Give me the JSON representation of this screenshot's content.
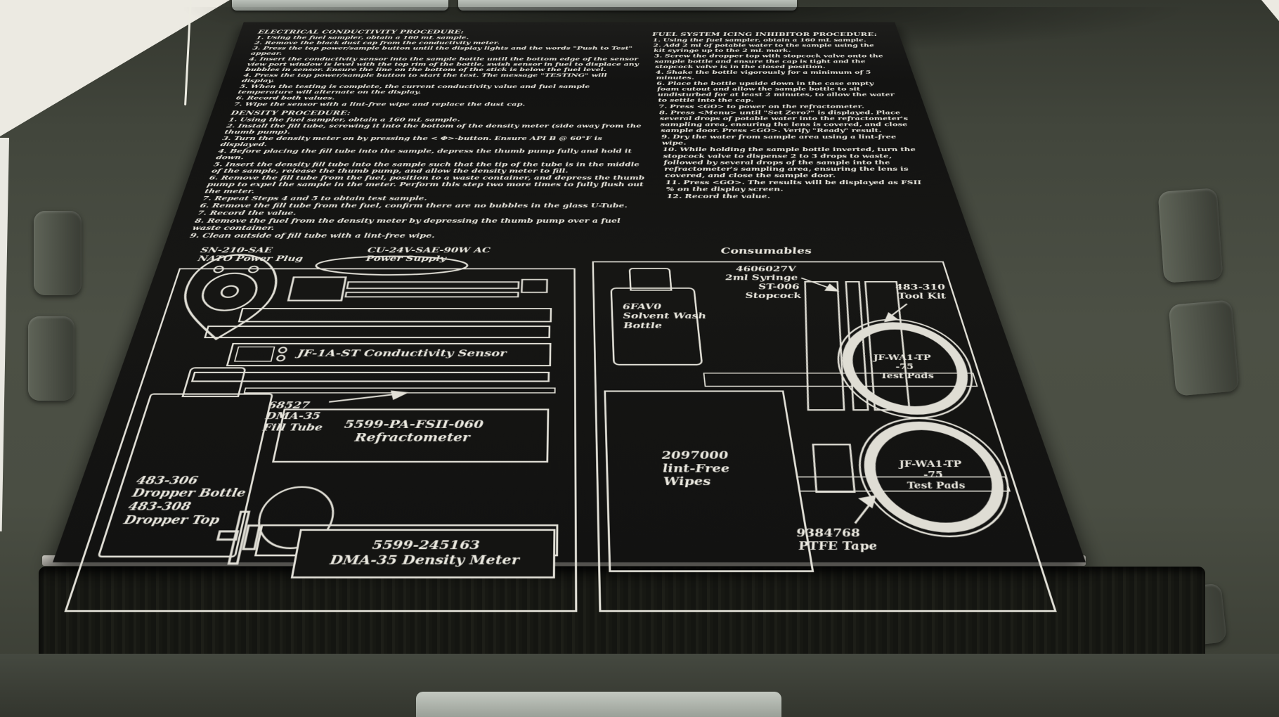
{
  "photo": {
    "subject": "Open military equipment case with black engraved instruction placard for a fuel test kit"
  },
  "placard": {
    "colors": {
      "placard_bg": "#141412",
      "text": "#ebe9e0",
      "case_body": "#4a4e43",
      "line": "#e2e0d7"
    },
    "procedures": {
      "electrical": {
        "title": "ELECTRICAL CONDUCTIVITY PROCEDURE:",
        "steps": [
          "1. Using the fuel sampler, obtain a 160 mL sample.",
          "2. Remove the black dust cap from the conductivity meter.",
          "3. Press the top power/sample button until the display lights and the words \"Push to Test\" appear.",
          "4. Insert the conductivity sensor into the sample bottle until the bottom edge of the sensor view port window is level with the top rim of the bottle, swish sensor in fuel to displace any bubbles in sensor. Ensure the line on the bottom of the stick is below the fuel level.",
          "4. Press the top power/sample button to start the test. The message \"TESTING\" will display.",
          "5. When the testing is complete, the current conductivity value and fuel sample temperature will alternate on the display.",
          "6. Record both values.",
          "7. Wipe the sensor with a lint-free wipe and replace the dust cap."
        ]
      },
      "density": {
        "title": "DENSITY PROCEDURE:",
        "steps": [
          "1. Using the fuel sampler, obtain a 160 mL sample.",
          "2. Install the fill tube, screwing it into the bottom of the density meter (side away from the thumb pump).",
          "3. Turn the density meter on by pressing the < Φ>-button. Ensure API B @ 60°F is displayed.",
          "4. Before placing the fill tube into the sample, depress the thumb pump fully and hold it down.",
          "5. Insert the density fill tube into the sample such that the tip of the tube is in the middle of the sample, release the thumb pump, and allow the density meter to fill.",
          "6. Remove the fill tube from the fuel, position to a waste container, and depress the thumb pump to expel the sample in the meter. Perform this step two more times to fully flush out the meter.",
          "7. Repeat Steps 4 and 5 to obtain test sample.",
          "6. Remove the fill tube from the fuel, confirm there are no bubbles in the glass U-Tube.",
          "7. Record the value.",
          "8. Remove the fuel from the density meter by depressing the thumb pump over a fuel waste container.",
          "9. Clean outside of fill tube with a lint-free wipe."
        ]
      },
      "fsii": {
        "title": "FUEL SYSTEM ICING INHIBITOR PROCEDURE:",
        "steps": [
          "1. Using the fuel sampler, obtain a 160 mL sample.",
          "2. Add 2 ml of potable water to the sample using the kit syringe up to the 2 mL mark.",
          "3. Screw the dropper top with stopcock valve onto the sample bottle and ensure the cap is tight and the stopcock valve is in the closed position.",
          "4. Shake the bottle vigorously for a minimum of 5 minutes.",
          "6. Place the bottle upside down in the case empty foam cutout and allow the sample bottle to sit undisturbed for at least 2 minutes, to allow the water to settle into the cap.",
          "7. Press <GO> to power on the refractometer.",
          "8. Press <Menu> until \"Set Zero?\" is displayed. Place several drops of potable water into the refractometer's sampling area, ensuring the lens is covered, and close sample door. Press <GO>. Verify \"Ready\" result.",
          "9. Dry the water from sample area using a lint-free wipe.",
          "10. While holding the sample bottle inverted, turn the stopcock valve to dispense 2 to 3 drops to waste, followed by several drops of the sample into the refractometer's sampling area, ensuring the lens is covered, and close the sample door.",
          "11. Press <GO>. The results will be displayed as FSII % on the display screen.",
          "12. Record the value."
        ]
      }
    },
    "consumables_title": "Consumables",
    "diagram_labels": {
      "nato_plug": "SN-210-SAE\nNATO Power Plug",
      "power_supply": "CU-24V-SAE-90W AC\nPower Supply",
      "conductivity_sensor": "JF-1A-ST Conductivity Sensor",
      "fill_tube": "68527\nDMA-35\nFill Tube",
      "refractometer": "5599-PA-FSII-060\nRefractometer",
      "dropper_bottle": "483-306\nDropper Bottle\n483-308\nDropper Top",
      "density_meter": "5599-245163\nDMA-35 Density Meter",
      "solvent_bottle": "6FAV0\nSolvent Wash\nBottle",
      "syringe": "4606027V\n2ml Syringe\nST-006\nStopcock",
      "tool_kit": "483-310\nTool Kit",
      "test_pads_top": "JF-WA1-TP\n-75\nTest Pads",
      "test_pads_bottom": "JF-WA1-TP\n-75\nTest Pads",
      "wipes": "2097000\nlint-Free\nWipes",
      "ptfe_tape": "9384768\nPTFE Tape"
    }
  }
}
